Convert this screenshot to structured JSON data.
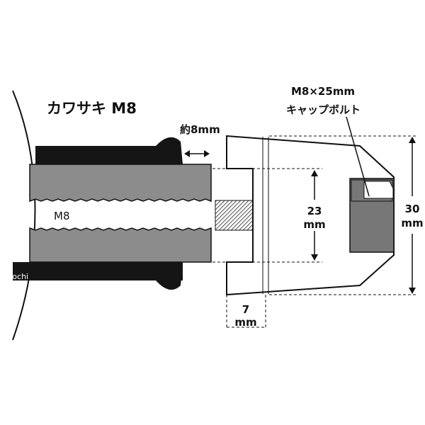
{
  "labels": {
    "brand_thread": "カワサキ M8",
    "approx_depth": "約8mm",
    "thread_label": "M8",
    "bolt_size": "M8×25mm",
    "bolt_name": "キャップボルト",
    "dia_value": "23",
    "dia_unit": "mm",
    "height_value": "30",
    "height_unit": "mm",
    "width_value": "7",
    "width_unit": "mm",
    "watermark": "hirochi"
  },
  "colors": {
    "grip_black": "#151515",
    "bar_gray": "#8c8c8c",
    "line": "#111111",
    "cap_gray": "#777777"
  }
}
